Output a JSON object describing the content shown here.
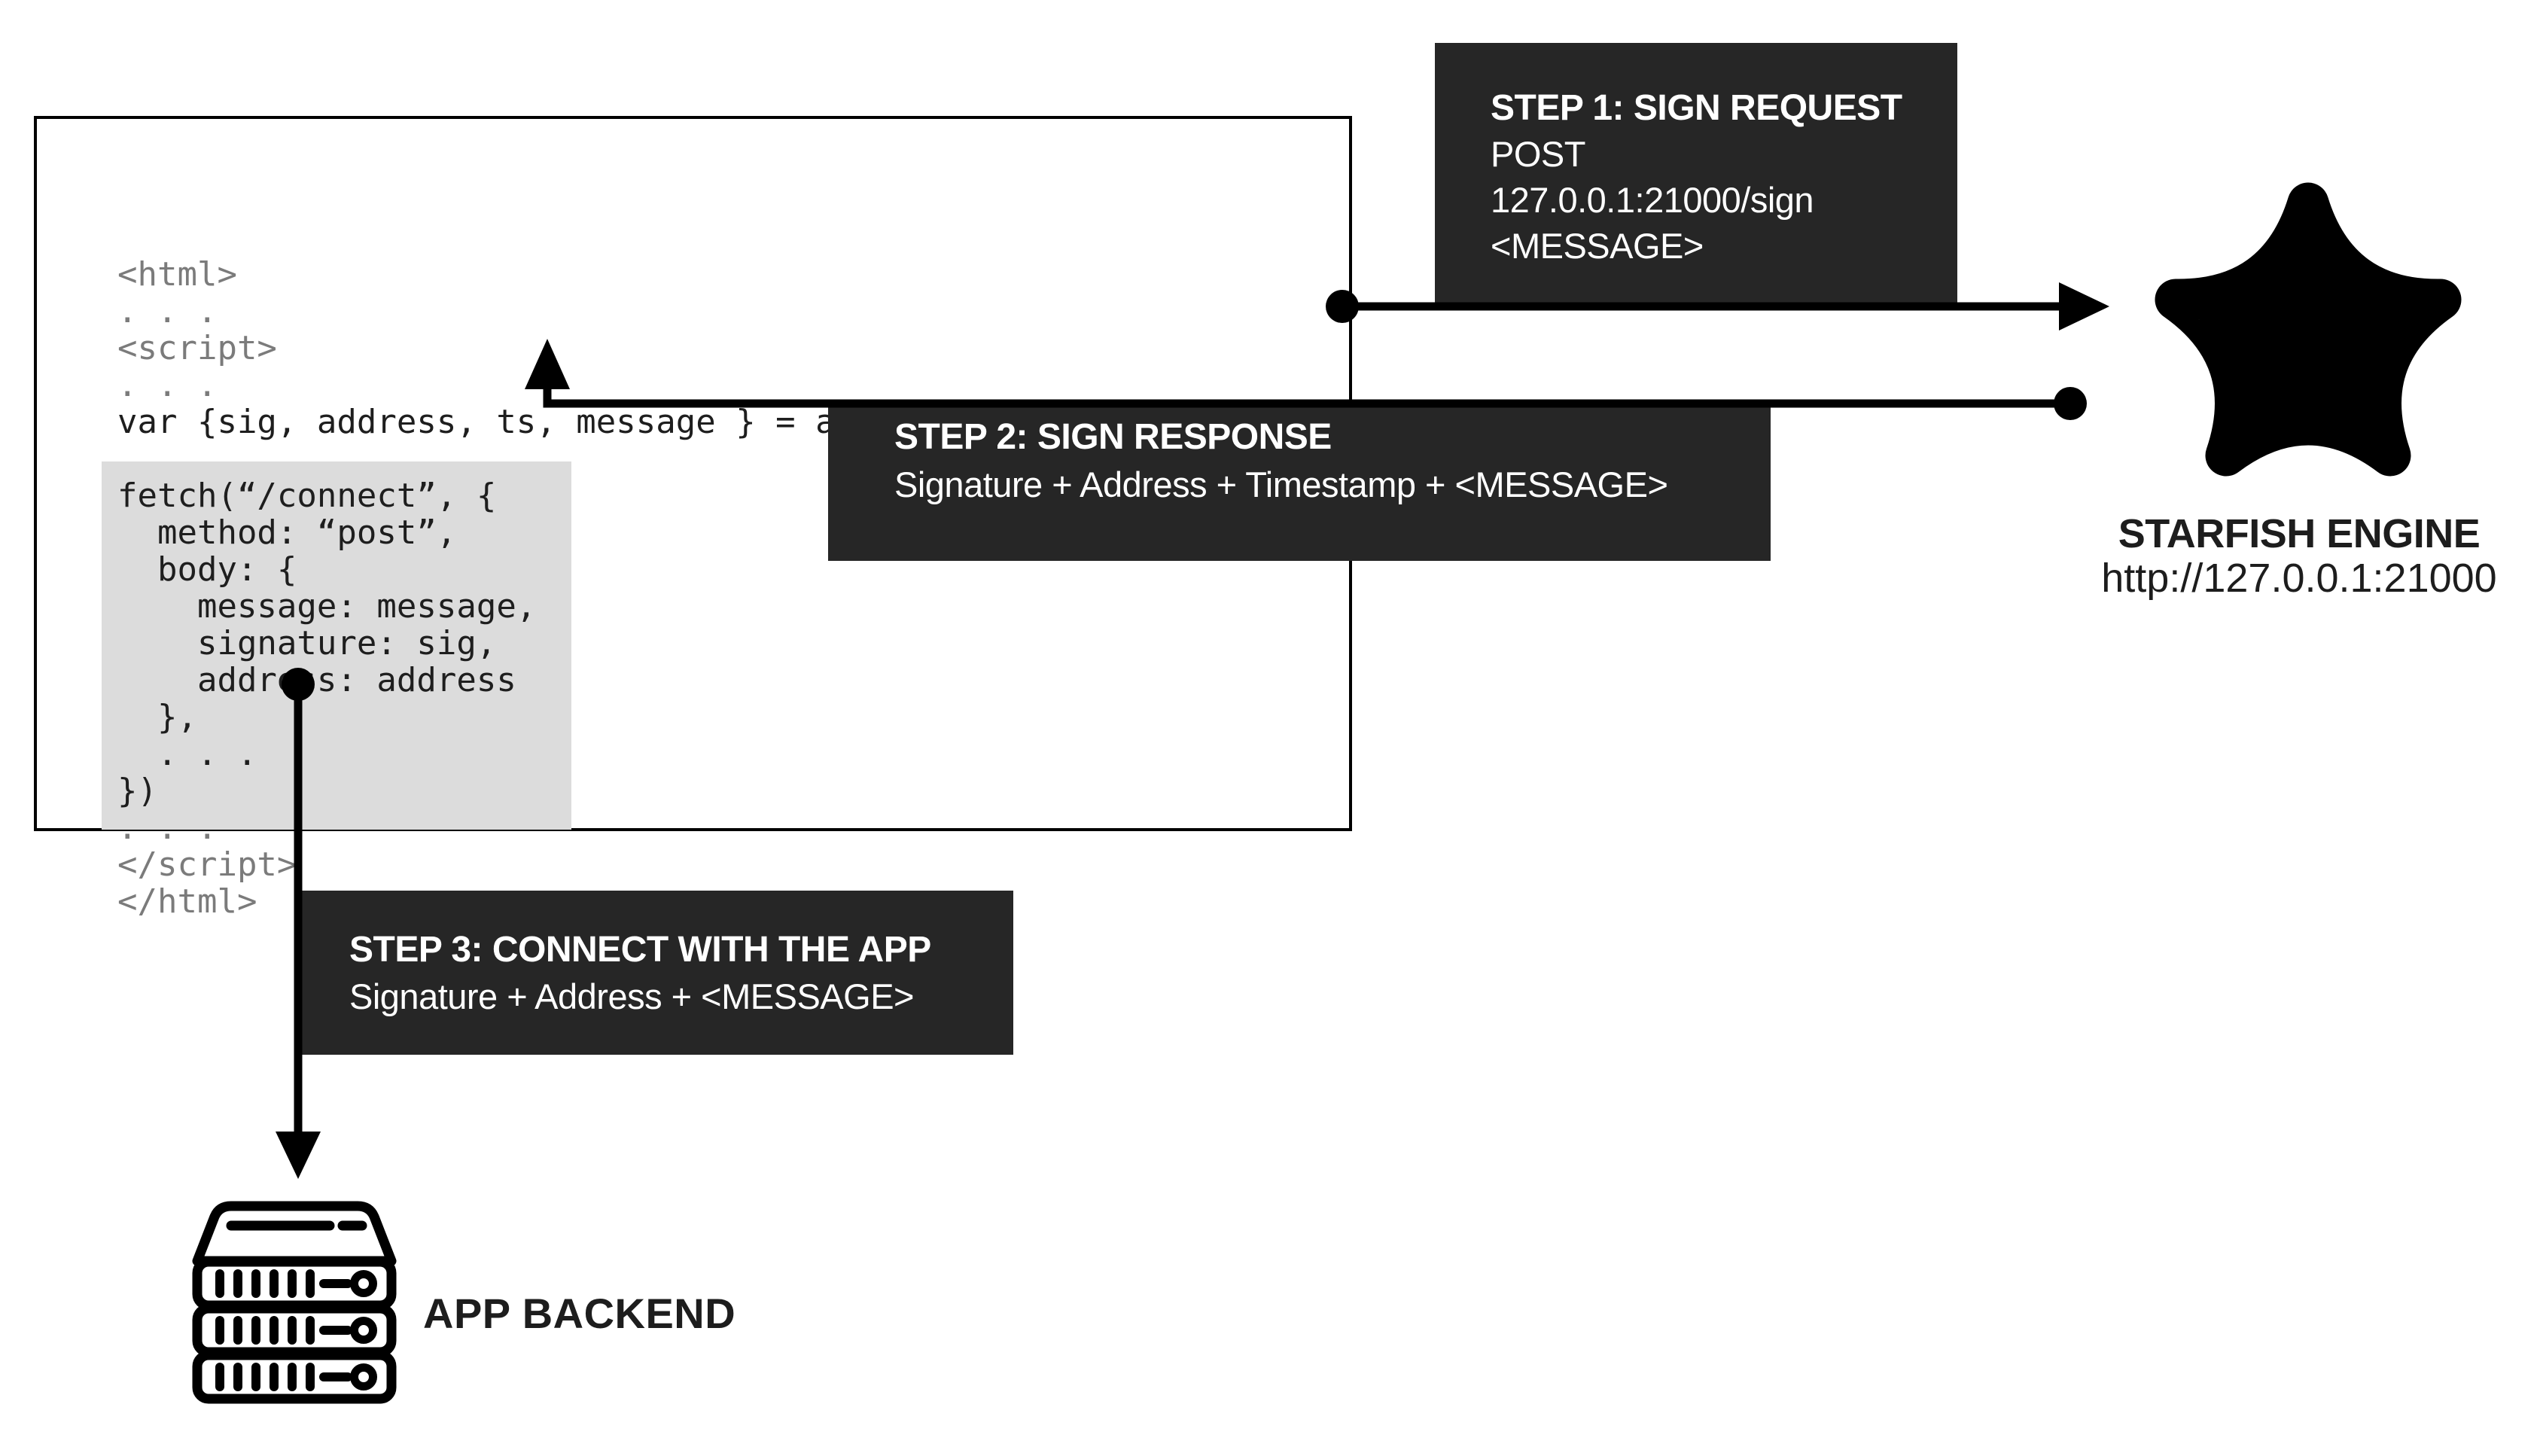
{
  "colors": {
    "background": "#ffffff",
    "callout_bg": "#262626",
    "callout_text": "#ffffff",
    "code_text": "#1e1e1e",
    "code_muted_text": "#7b7b7b",
    "code_highlight_bg": "#dcdcdc",
    "line_color": "#000000"
  },
  "code_panel": {
    "lines": [
      "<html>",
      ". . .",
      "<script>",
      ". . .",
      "var {sig, address, ts, message } = await Starfish.sign(message)",
      "",
      "fetch(“/connect”, {",
      "  method: “post”,",
      "  body: {",
      "    message: message,",
      "    signature: sig,",
      "    address: address",
      "  },",
      "  . . .",
      "})",
      ". . .",
      "</script>",
      "</html>"
    ]
  },
  "callouts": {
    "step1": {
      "title": "STEP 1: SIGN REQUEST",
      "lines": [
        "POST",
        "127.0.0.1:21000/sign",
        "<MESSAGE>"
      ]
    },
    "step2": {
      "title": "STEP 2: SIGN RESPONSE",
      "body": "Signature + Address + Timestamp + <MESSAGE>"
    },
    "step3": {
      "title": "STEP 3: CONNECT WITH THE APP",
      "body": "Signature + Address + <MESSAGE>"
    }
  },
  "engine": {
    "label": "STARFISH ENGINE",
    "url": "http://127.0.0.1:21000",
    "icon": "starfish-icon"
  },
  "backend": {
    "label": "APP BACKEND",
    "icon": "server-stack-icon"
  }
}
